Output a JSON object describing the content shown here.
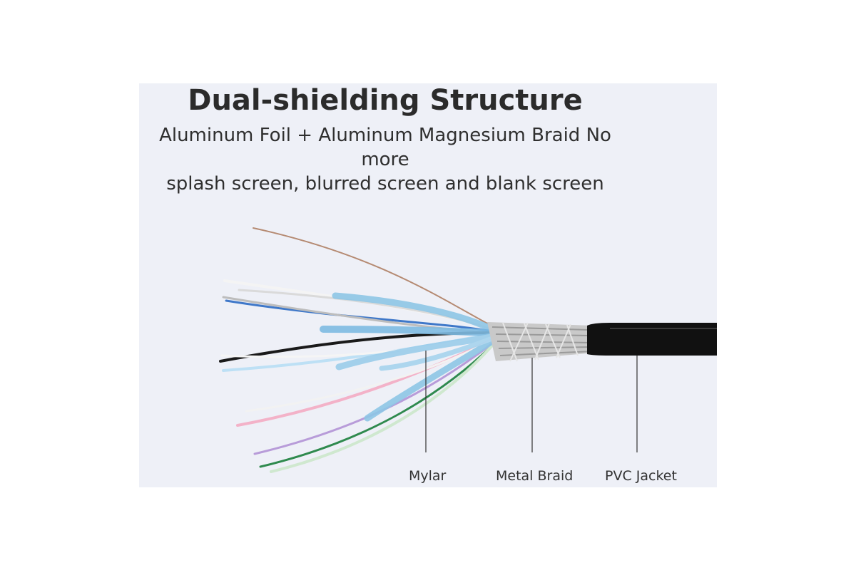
{
  "title": "Dual-shielding Structure",
  "subtitle": {
    "line1": "Aluminum Foil + Aluminum Magnesium Braid No more",
    "line2": "splash screen, blurred screen and blank screen"
  },
  "callouts": [
    {
      "label": "Mylar"
    },
    {
      "label": "Metal Braid"
    },
    {
      "label": "PVC Jacket"
    }
  ],
  "colors": {
    "panel_bg": "#eef0f7",
    "jacket": "#111111",
    "mylar": "#8ec6e6",
    "braid": "#c9c9c9"
  }
}
